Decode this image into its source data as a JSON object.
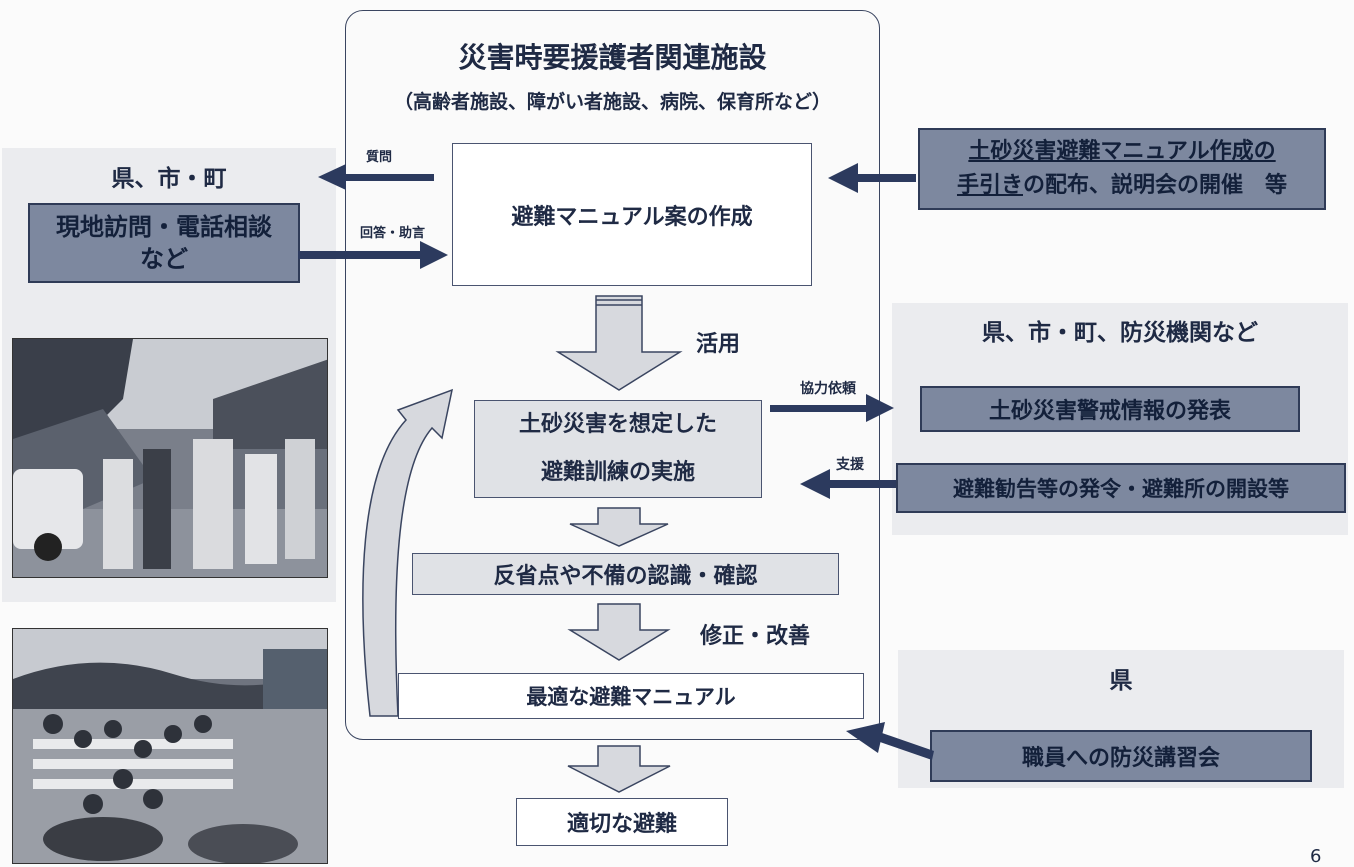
{
  "facility": {
    "title": "災害時要援護者関連施設",
    "subtitle": "（高齢者施設、障がい者施設、病院、保育所など）"
  },
  "left_panel": {
    "title": "県、市・町",
    "box_line1": "現地訪問・電話相談",
    "box_line2": "など"
  },
  "arrows": {
    "question": "質問",
    "answer": "回答・助言",
    "use": "活用",
    "request": "協力依頼",
    "support": "支援",
    "fix": "修正・改善"
  },
  "right_top_box": {
    "line1": "土砂災害避難マニュアル作成の",
    "line2_underlined": "手引き",
    "line2_rest": "の配布、説明会の開催　等"
  },
  "flow": {
    "draft": "避難マニュアル案の作成",
    "drill_line1": "土砂災害を想定した",
    "drill_line2": "避難訓練の実施",
    "review": "反省点や不備の認識・確認",
    "optimal": "最適な避難マニュアル",
    "evacuation": "適切な避難"
  },
  "right_mid_panel": {
    "title": "県、市・町、防災機関など",
    "box1": "土砂災害警戒情報の発表",
    "box2": "避難勧告等の発令・避難所の開設等"
  },
  "right_bottom_panel": {
    "title": "県",
    "box": "職員への防災講習会"
  },
  "page_number": "6"
}
